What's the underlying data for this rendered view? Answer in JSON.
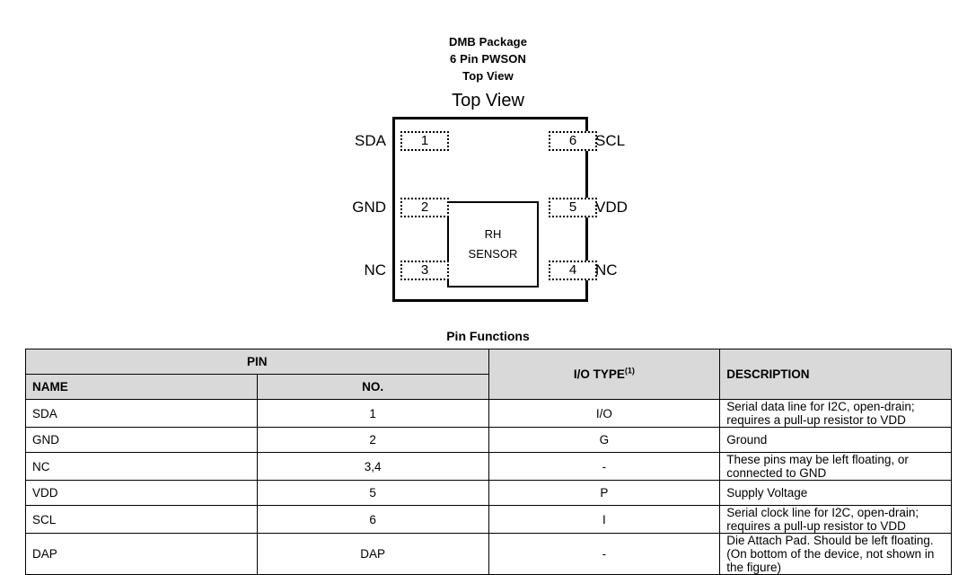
{
  "package_figure": {
    "title_lines": [
      "DMB Package",
      "6 Pin PWSON",
      "Top View"
    ],
    "view_heading": "Top View",
    "die_label_lines": [
      "RH",
      "SENSOR"
    ],
    "pins_left": [
      {
        "name": "SDA",
        "number": "1"
      },
      {
        "name": "GND",
        "number": "2"
      },
      {
        "name": "NC",
        "number": "3"
      }
    ],
    "pins_right": [
      {
        "name": "SCL",
        "number": "6"
      },
      {
        "name": "VDD",
        "number": "5"
      },
      {
        "name": "NC",
        "number": "4"
      }
    ]
  },
  "pin_functions": {
    "title": "Pin Functions",
    "headers": {
      "pin_group": "PIN",
      "name": "NAME",
      "number": "NO.",
      "io_type": "I/O TYPE",
      "io_type_footnote": "(1)",
      "description": "DESCRIPTION"
    },
    "rows": [
      {
        "name": "SDA",
        "number": "1",
        "io_type": "I/O",
        "description": "Serial data line for I2C, open-drain; requires a pull-up resistor to VDD"
      },
      {
        "name": "GND",
        "number": "2",
        "io_type": "G",
        "description": "Ground"
      },
      {
        "name": "NC",
        "number": "3,4",
        "io_type": "-",
        "description": "These pins may be left floating, or connected to GND"
      },
      {
        "name": "VDD",
        "number": "5",
        "io_type": "P",
        "description": "Supply Voltage"
      },
      {
        "name": "SCL",
        "number": "6",
        "io_type": "I",
        "description": "Serial clock line for I2C, open-drain; requires a pull-up resistor to VDD"
      },
      {
        "name": "DAP",
        "number": "DAP",
        "io_type": "-",
        "description": "Die Attach Pad. Should be left floating. (On bottom of the device, not shown in the figure)"
      }
    ]
  },
  "colors": {
    "header_fill": "#d9d9d9",
    "border": "#000000",
    "text": "#000000",
    "page_background": "#ffffff"
  }
}
